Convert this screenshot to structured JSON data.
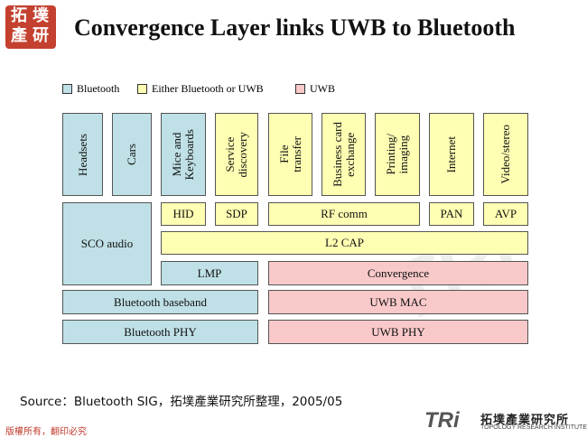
{
  "logo": {
    "chars": [
      "拓",
      "墣",
      "產",
      "研"
    ]
  },
  "title": "Convergence Layer links UWB to Bluetooth",
  "legend": [
    {
      "label": "Bluetooth",
      "color": "#bfe0e6"
    },
    {
      "label": "Either Bluetooth or UWB",
      "color": "#ffffb3"
    },
    {
      "label": "UWB",
      "color": "#f9c9c9"
    }
  ],
  "applications": {
    "headsets": "Headsets",
    "cars": "Cars",
    "mice": "Mice and\nKeyboards",
    "service": "Service\ndiscovery",
    "file": "File\ntransfer",
    "business": "Business card\nexchange",
    "printing": "Printing/\nimaging",
    "internet": "Internet",
    "video": "Video/stereo"
  },
  "layers": {
    "hid": "HID",
    "sdp": "SDP",
    "rfcomm": "RF comm",
    "pan": "PAN",
    "avp": "AVP",
    "sco": "SCO audio",
    "l2cap": "L2 CAP",
    "lmp": "LMP",
    "convergence": "Convergence",
    "bt_baseband": "Bluetooth baseband",
    "uwb_mac": "UWB MAC",
    "bt_phy": "Bluetooth PHY",
    "uwb_phy": "UWB PHY"
  },
  "source": "Source：Bluetooth SIG，拓墣產業研究所整理，2005/05",
  "footer": "版權所有，翻印必究",
  "brand": {
    "mark": "TRi",
    "name": "拓墣產業研究所",
    "english": "TOPOLOGY RESEARCH INSTITUTE"
  }
}
